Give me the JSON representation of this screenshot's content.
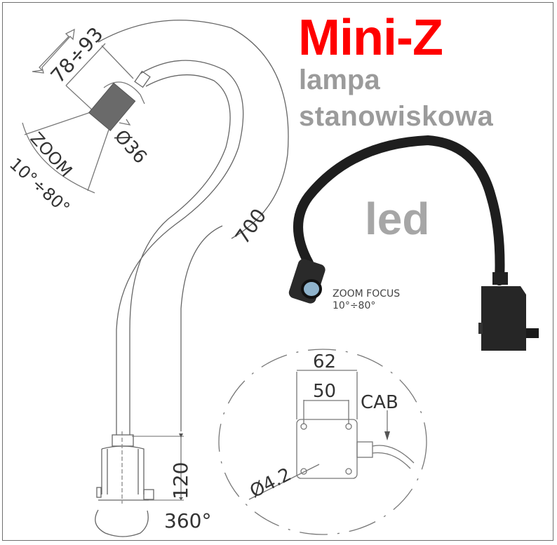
{
  "header": {
    "title": "Mini-Z",
    "subtitle_line1": "lampa",
    "subtitle_line2": "stanowiskowa",
    "product_type": "led"
  },
  "colors": {
    "title": "#ff0000",
    "subtitle": "#9b9b9b",
    "led_label": "#a6a6a6",
    "lines": "#555555",
    "lamp_head_fill": "#6a6a6a",
    "frame": "#6f6f6f"
  },
  "photo": {
    "caption_line1": "ZOOM FOCUS",
    "caption_line2": "10°÷80°"
  },
  "drawing": {
    "head_length": "78÷93",
    "head_diameter": "Ø36",
    "zoom_label": "ZOOM",
    "zoom_angle": "10°÷80°",
    "arm_length": "700",
    "base_height": "120",
    "rotation": "360°"
  },
  "base_detail": {
    "outer_width": "62",
    "hole_spacing": "50",
    "cable_label": "CAB",
    "hole_diameter": "Ø4.2"
  }
}
